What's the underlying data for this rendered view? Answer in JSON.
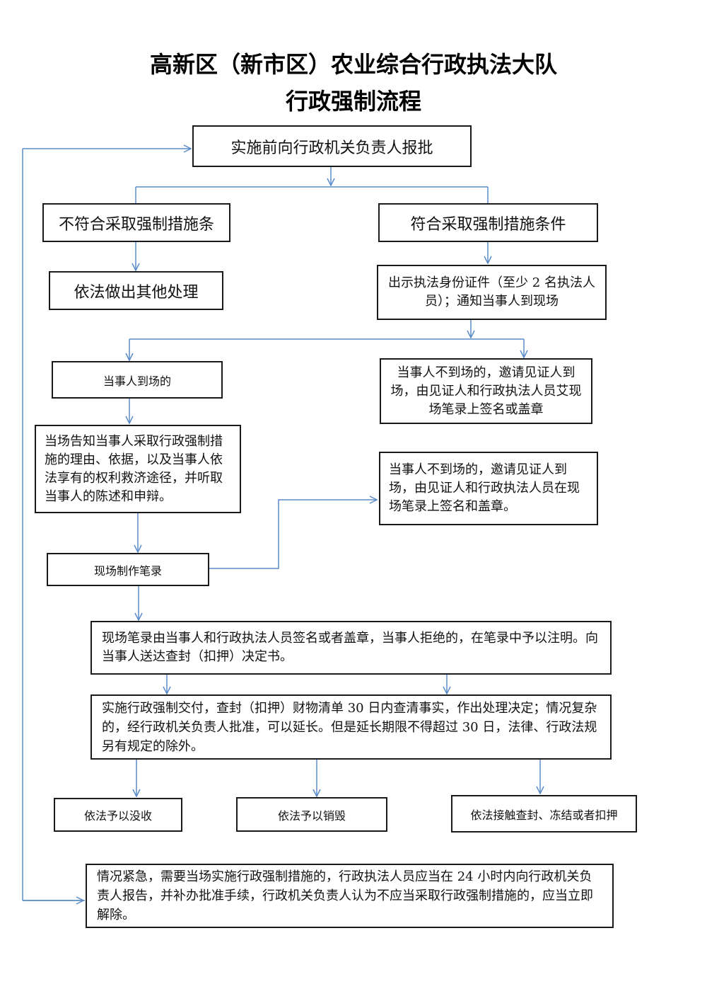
{
  "title": {
    "line1": "高新区（新市区）农业综合行政执法大队",
    "line2": "行政强制流程"
  },
  "nodes": {
    "report_approval": "实施前向行政机关负责人报批",
    "not_meet": "不符合采取强制措施条",
    "meet": "符合采取强制措施条件",
    "other_handling": "依法做出其他处理",
    "show_id": "出示执法身份证件（至少 2 名执法人员）；通知当事人到现场",
    "party_present": "当事人到场的",
    "party_absent_1": "当事人不到场的，邀请见证人到场，由见证人和行政执法人员艾现场笔录上签名或盖章",
    "inform_party": "当场告知当事人采取行政强制措施的理由、依据，以及当事人依法享有的权利救济途径，并听取当事人的陈述和申辩。",
    "party_absent_2": "当事人不到场的，邀请见证人到场，由见证人和行政执法人员在现场笔录上签名和盖章。",
    "make_record": "现场制作笔录",
    "sign_record": "现场笔录由当事人和行政执法人员签名或者盖章，当事人拒绝的，在笔录中予以注明。向当事人送达查封（扣押）决定书。",
    "enforce": "实施行政强制交付，查封（扣押）财物清单 30 日内查清事实，作出处理决定；情况复杂的，经行政机关负责人批准，可以延长。但是延长期限不得超过 30 日，法律、行政法规另有规定的除外。",
    "confiscate": "依法予以没收",
    "destroy": "依法予以销毁",
    "release": "依法接触查封、冻结或者扣押",
    "emergency": "情况紧急，需要当场实施行政强制措施的，行政执法人员应当在 24 小时内向行政机关负责人报告，并补办批准手续，行政机关负责人认为不应当采取行政强制措施的，应当立即解除。"
  },
  "colors": {
    "connector": "#5b8cc8",
    "border": "#1a1a1a"
  }
}
